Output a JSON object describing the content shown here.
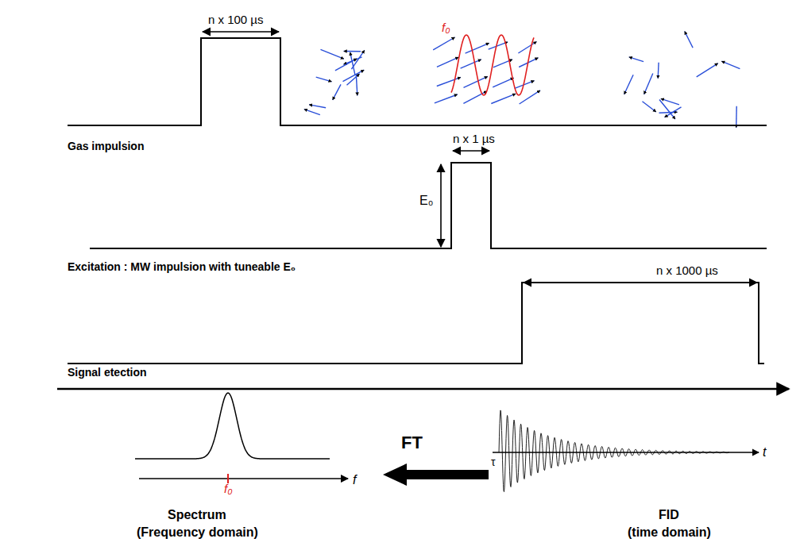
{
  "diagram": {
    "labels": [
      "n x 100 µs",
      "f₀",
      "Gas impulsion",
      "n x 1 µs",
      "E₀",
      "Excitation : MW impulsion with tuneable E₀",
      "n x 1000 µs",
      "Signal etection",
      "FT",
      "t",
      "τ",
      "f",
      "f₀",
      "Spectrum",
      "(Frequency domain)",
      "FID",
      "(time domain)"
    ]
  }
}
